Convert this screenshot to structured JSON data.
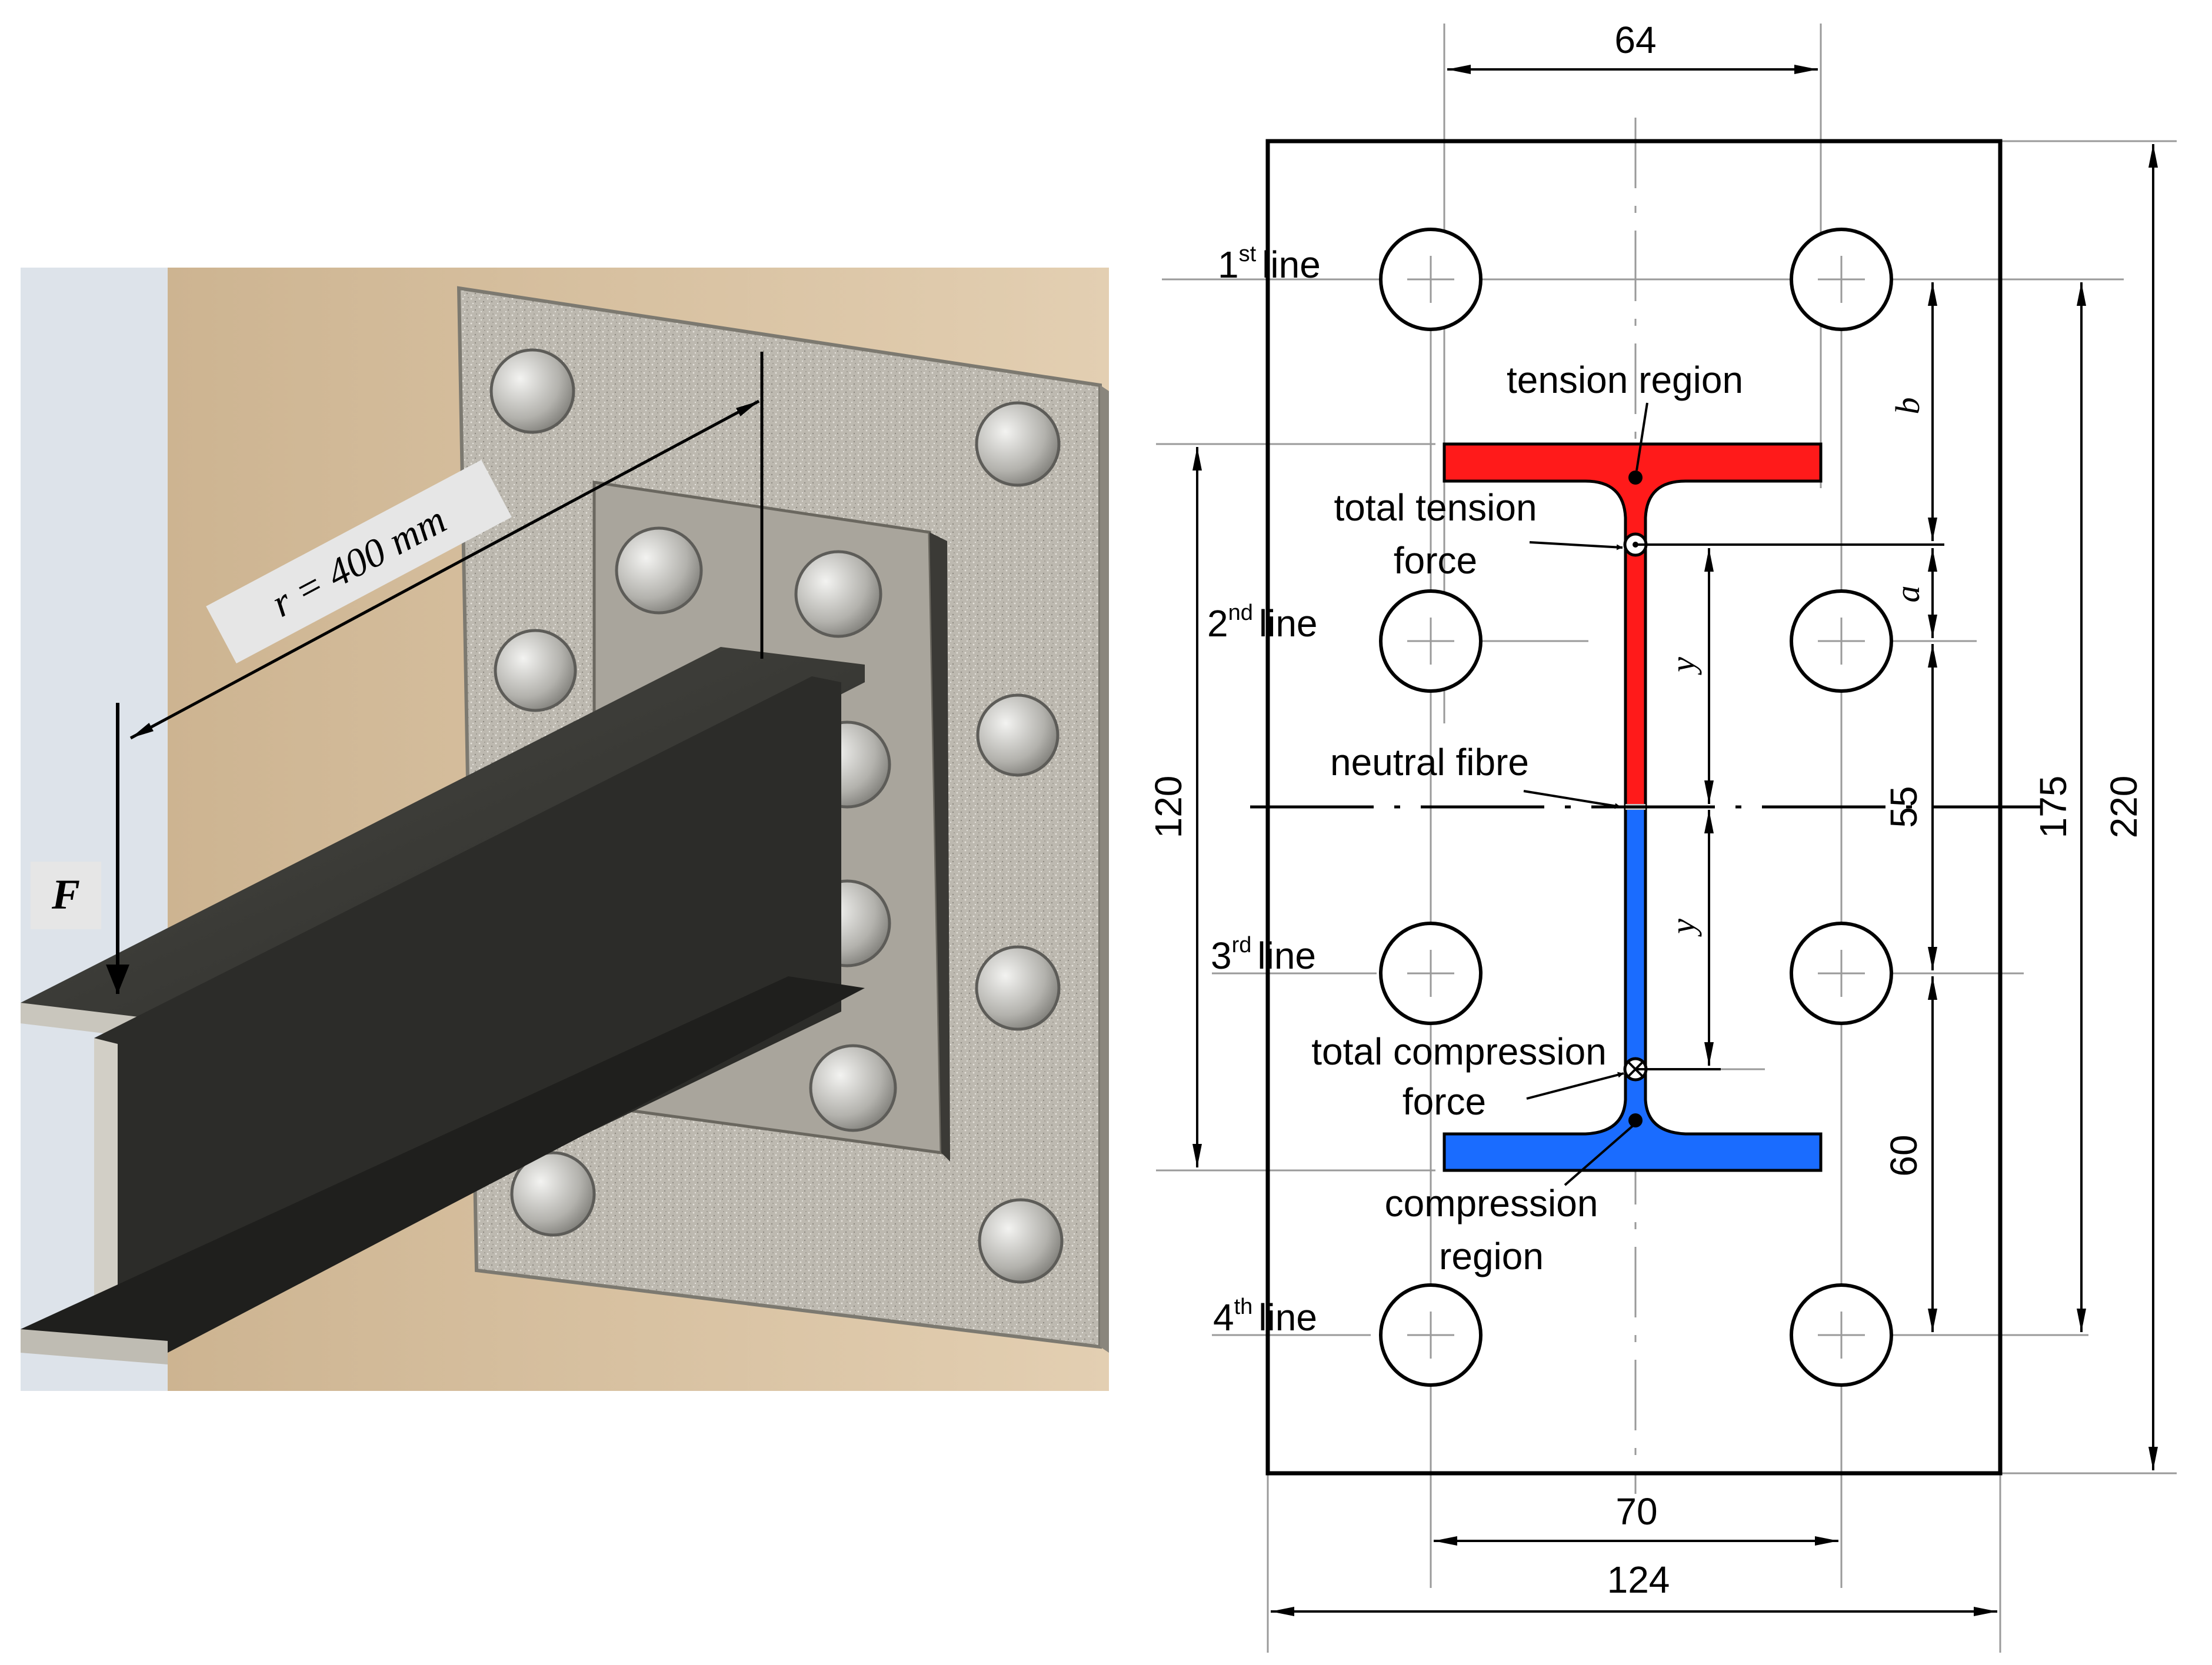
{
  "photo": {
    "radius_label": "r = 400 mm",
    "force_label": "F"
  },
  "drawing": {
    "dim_top": "64",
    "dim_bottom_inner": "70",
    "dim_bottom_outer": "124",
    "dim_left_120": "120",
    "dim_55": "55",
    "dim_60": "60",
    "dim_175": "175",
    "dim_220": "220",
    "dim_a": "a",
    "dim_b": "b",
    "dim_y": "y",
    "bolt_lines": [
      {
        "base": "1",
        "sup": "st",
        "word": "line"
      },
      {
        "base": "2",
        "sup": "nd",
        "word": "line"
      },
      {
        "base": "3",
        "sup": "rd",
        "word": "line"
      },
      {
        "base": "4",
        "sup": "th",
        "word": "line"
      }
    ],
    "tension_region": "tension region",
    "total_tension_1": "total tension",
    "total_tension_2": "force",
    "neutral_fibre": "neutral fibre",
    "total_compression_1": "total compression",
    "total_compression_2": "force",
    "compression_region_1": "compression",
    "compression_region_2": "region"
  },
  "colors": {
    "tension": "#ff1a1a",
    "compression": "#1a6cff",
    "steel_beam": "#2b2b28",
    "plate": "#b9b6ad",
    "wall": "#d8c3a5"
  }
}
